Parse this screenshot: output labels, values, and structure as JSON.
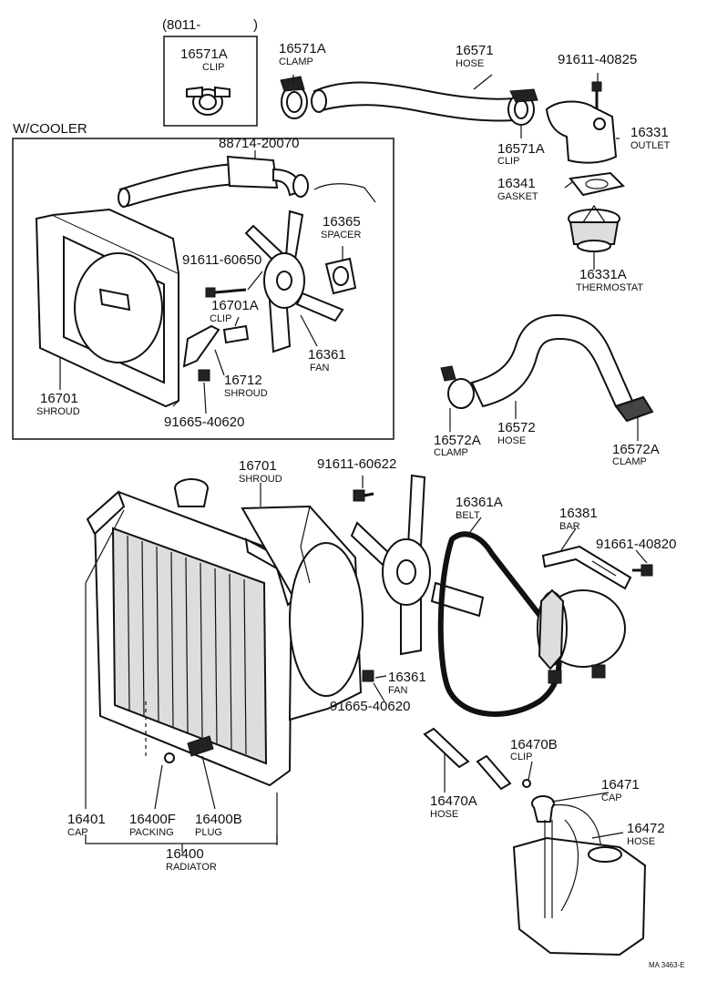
{
  "header": {
    "date_range": "(8011-",
    "date_close": ")",
    "with_cooler": "W/COOLER"
  },
  "callouts": [
    {
      "key": "c1",
      "num": "16571A",
      "name": "CLIP"
    },
    {
      "key": "c2",
      "num": "16571A",
      "name": "CLAMP"
    },
    {
      "key": "c3",
      "num": "16571",
      "name": "HOSE"
    },
    {
      "key": "c4",
      "num": "91611-40825",
      "name": ""
    },
    {
      "key": "c5",
      "num": "16571A",
      "name": "CLIP"
    },
    {
      "key": "c6",
      "num": "16331",
      "name": "OUTLET"
    },
    {
      "key": "c7",
      "num": "16341",
      "name": "GASKET"
    },
    {
      "key": "c8",
      "num": "16331A",
      "name": "THERMOSTAT"
    },
    {
      "key": "c9",
      "num": "88714-20070",
      "name": ""
    },
    {
      "key": "c10",
      "num": "16365",
      "name": "SPACER"
    },
    {
      "key": "c11",
      "num": "91611-60650",
      "name": ""
    },
    {
      "key": "c12",
      "num": "16701A",
      "name": "CLIP"
    },
    {
      "key": "c13",
      "num": "16361",
      "name": "FAN"
    },
    {
      "key": "c14",
      "num": "16712",
      "name": "SHROUD"
    },
    {
      "key": "c15",
      "num": "16701",
      "name": "SHROUD"
    },
    {
      "key": "c16",
      "num": "91665-40620",
      "name": ""
    },
    {
      "key": "c17",
      "num": "16572A",
      "name": "CLAMP"
    },
    {
      "key": "c18",
      "num": "16572",
      "name": "HOSE"
    },
    {
      "key": "c19",
      "num": "16572A",
      "name": "CLAMP"
    },
    {
      "key": "c20",
      "num": "16701",
      "name": "SHROUD"
    },
    {
      "key": "c21",
      "num": "91611-60622",
      "name": ""
    },
    {
      "key": "c22",
      "num": "16361A",
      "name": "BELT"
    },
    {
      "key": "c23",
      "num": "16381",
      "name": "BAR"
    },
    {
      "key": "c24",
      "num": "91661-40820",
      "name": ""
    },
    {
      "key": "c25",
      "num": "16361",
      "name": "FAN"
    },
    {
      "key": "c26",
      "num": "91665-40620",
      "name": ""
    },
    {
      "key": "c27",
      "num": "16470B",
      "name": "CLIP"
    },
    {
      "key": "c28",
      "num": "16471",
      "name": "CAP"
    },
    {
      "key": "c29",
      "num": "16470A",
      "name": "HOSE"
    },
    {
      "key": "c30",
      "num": "16472",
      "name": "HOSE"
    },
    {
      "key": "c31",
      "num": "16401",
      "name": "CAP"
    },
    {
      "key": "c32",
      "num": "16400F",
      "name": "PACKING"
    },
    {
      "key": "c33",
      "num": "16400B",
      "name": "PLUG"
    },
    {
      "key": "c34",
      "num": "16400",
      "name": "RADIATOR"
    }
  ],
  "footer": {
    "code": "MA 3463-E"
  }
}
